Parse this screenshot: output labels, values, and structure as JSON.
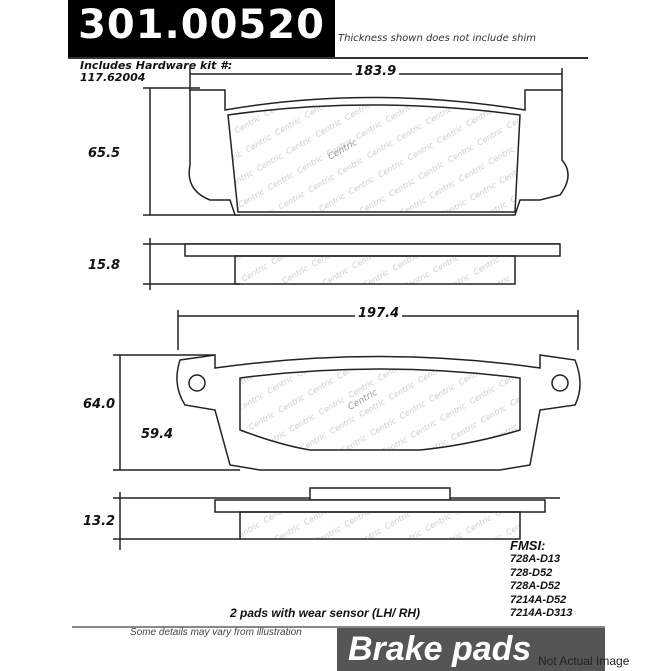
{
  "header": {
    "part_number": "301.00520",
    "note": "Thickness shown does not include shim"
  },
  "hardware_kit": {
    "label": "Includes Hardware kit #:",
    "number": "117.62004"
  },
  "dimensions": {
    "top_width": "183.9",
    "top_height": "65.5",
    "top_thickness": "15.8",
    "bottom_width": "197.4",
    "bottom_height": "64.0",
    "bottom_inner_height": "59.4",
    "bottom_thickness": "13.2"
  },
  "fmsi": {
    "title": "FMSI:",
    "codes": [
      "728A-D13",
      "728-D52",
      "728A-D52",
      "7214A-D52",
      "7214A-D313"
    ]
  },
  "pads_note": "2 pads with wear sensor (LH/ RH)",
  "disclaimer": "Some details may vary from illustration",
  "banner": {
    "title": "Brake pads",
    "watermark": "Not Actual Image"
  },
  "friction_logo_text": "Centric",
  "colors": {
    "header_bg": "#000000",
    "banner_bg": "#555555",
    "pad_fill": "#f2f2f2"
  }
}
